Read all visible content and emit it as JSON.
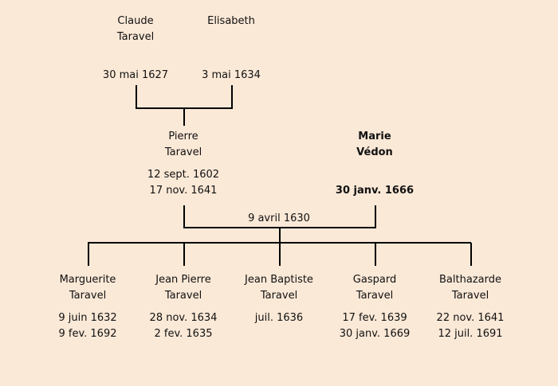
{
  "colors": {
    "background": "#fbe9d7",
    "line": "#000000",
    "text": "#111111"
  },
  "grandparents": {
    "father": {
      "first": "Claude",
      "last": "Taravel",
      "death": "30 mai 1627"
    },
    "mother": {
      "first": "Elisabeth",
      "death": "3 mai 1634"
    }
  },
  "parents": {
    "father": {
      "first": "Pierre",
      "last": "Taravel",
      "birth": "12 sept. 1602",
      "death": "17 nov. 1641"
    },
    "mother": {
      "first": "Marie",
      "last": "Védon",
      "death": "30 janv. 1666"
    },
    "marriage": "9 avril 1630"
  },
  "children": [
    {
      "first": "Marguerite",
      "last": "Taravel",
      "birth": "9 juin 1632",
      "death": "9 fev. 1692"
    },
    {
      "first": "Jean Pierre",
      "last": "Taravel",
      "birth": "28 nov. 1634",
      "death": "2 fev. 1635"
    },
    {
      "first": "Jean Baptiste",
      "last": "Taravel",
      "birth": "juil. 1636",
      "death": ""
    },
    {
      "first": "Gaspard",
      "last": "Taravel",
      "birth": "17 fev. 1639",
      "death": "30 janv. 1669"
    },
    {
      "first": "Balthazarde",
      "last": "Taravel",
      "birth": "22 nov. 1641",
      "death": "12 juil. 1691"
    }
  ]
}
